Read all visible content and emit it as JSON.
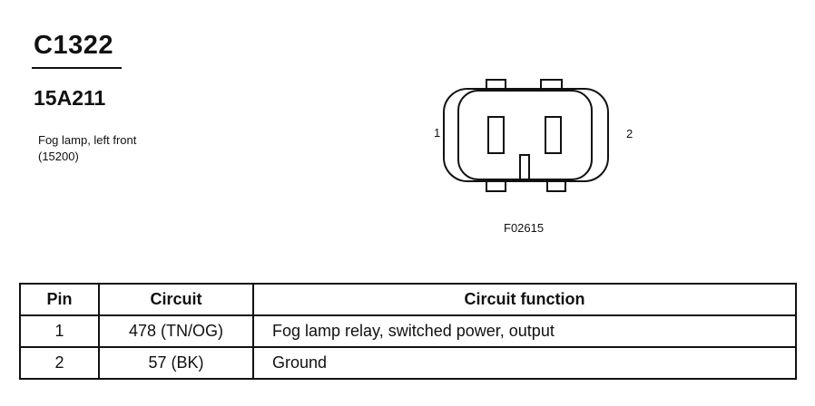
{
  "connector": {
    "id": "C1322",
    "part_number": "15A211",
    "description_line1": "Fog lamp, left front",
    "description_line2": "(15200)"
  },
  "diagram": {
    "pin1_label": "1",
    "pin2_label": "2",
    "figure_code": "F02615"
  },
  "table": {
    "headers": {
      "pin": "Pin",
      "circuit": "Circuit",
      "function": "Circuit function"
    },
    "rows": [
      {
        "pin": "1",
        "circuit": "478 (TN/OG)",
        "function": "Fog lamp relay, switched power, output"
      },
      {
        "pin": "2",
        "circuit": "57 (BK)",
        "function": "Ground"
      }
    ]
  }
}
